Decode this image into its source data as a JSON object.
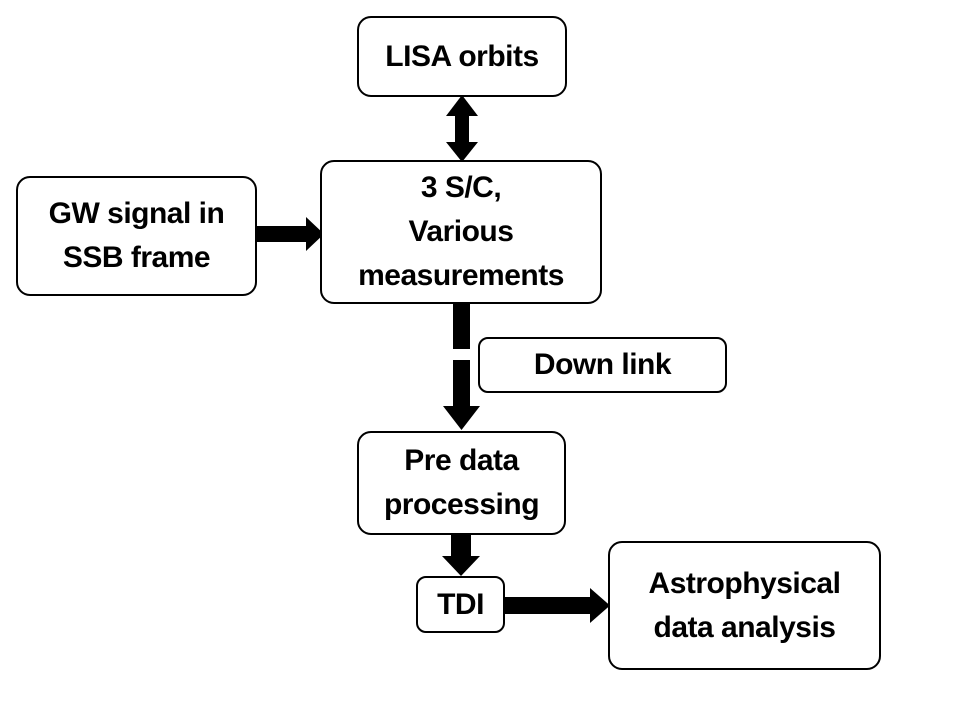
{
  "nodes": {
    "lisa_orbits": {
      "lines": [
        "LISA orbits"
      ]
    },
    "gw_signal": {
      "lines": [
        "GW signal in",
        "SSB frame"
      ]
    },
    "spacecraft": {
      "lines": [
        "3 S/C,",
        "Various",
        "measurements"
      ]
    },
    "down_link": {
      "lines": [
        "Down link"
      ]
    },
    "pre_data": {
      "lines": [
        "Pre data",
        "processing"
      ]
    },
    "tdi": {
      "lines": [
        "TDI"
      ]
    },
    "astro": {
      "lines": [
        "Astrophysical",
        "data analysis"
      ]
    }
  },
  "edges": [
    {
      "from": "lisa_orbits",
      "to": "spacecraft",
      "bidirectional": true
    },
    {
      "from": "gw_signal",
      "to": "spacecraft",
      "bidirectional": false
    },
    {
      "from": "spacecraft",
      "to": "pre_data",
      "bidirectional": false,
      "label": "down_link"
    },
    {
      "from": "pre_data",
      "to": "tdi",
      "bidirectional": false
    },
    {
      "from": "tdi",
      "to": "astro",
      "bidirectional": false
    }
  ],
  "colors": {
    "stroke": "#000000",
    "fill": "#ffffff",
    "text": "#000000"
  }
}
